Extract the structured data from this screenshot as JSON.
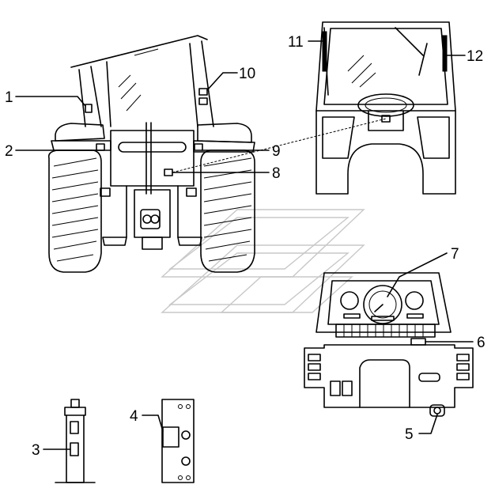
{
  "callouts": [
    {
      "id": "1",
      "text": "1"
    },
    {
      "id": "2",
      "text": "2"
    },
    {
      "id": "3",
      "text": "3"
    },
    {
      "id": "4",
      "text": "4"
    },
    {
      "id": "5",
      "text": "5"
    },
    {
      "id": "6",
      "text": "6"
    },
    {
      "id": "7",
      "text": "7"
    },
    {
      "id": "8",
      "text": "8"
    },
    {
      "id": "9",
      "text": "9"
    },
    {
      "id": "10",
      "text": "10"
    },
    {
      "id": "11",
      "text": "11"
    },
    {
      "id": "12",
      "text": "12"
    }
  ],
  "colors": {
    "line": "#000000",
    "watermark": "#c8c8c8",
    "background": "#ffffff"
  }
}
